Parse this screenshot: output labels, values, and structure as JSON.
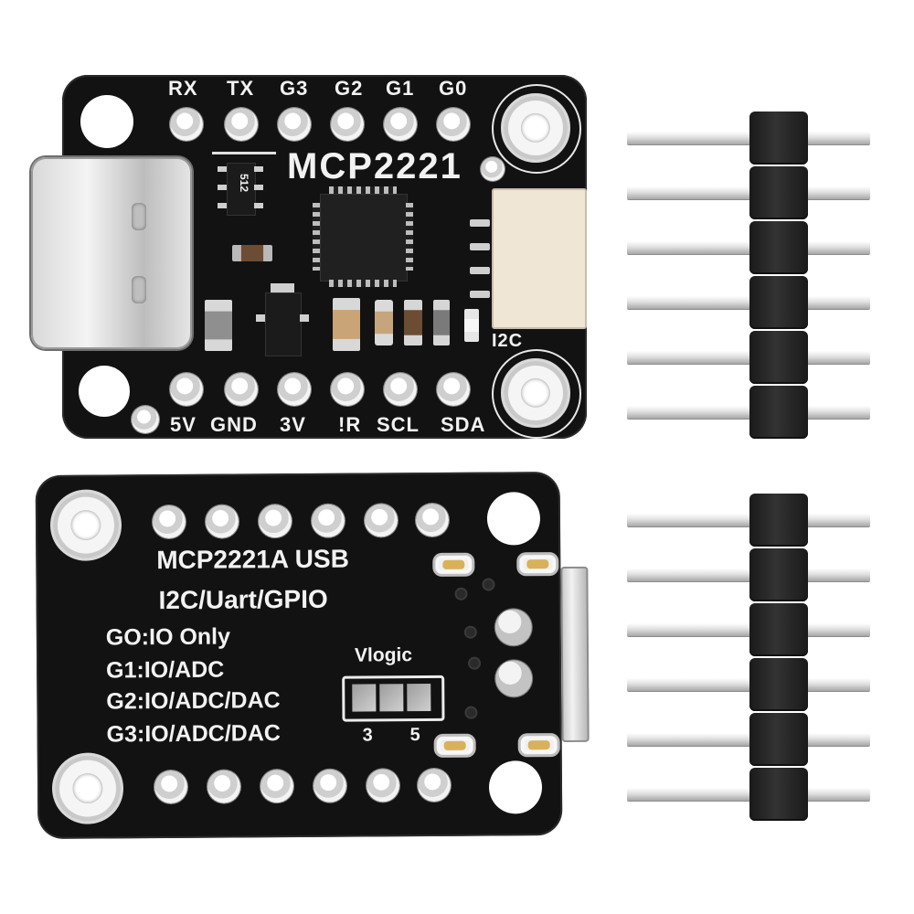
{
  "front": {
    "top_labels": [
      "RX",
      "TX",
      "G3",
      "G2",
      "G1",
      "G0"
    ],
    "bottom_labels": [
      "5V",
      "GND",
      "3V",
      "!R",
      "SCL",
      "SDA"
    ],
    "title": "MCP2221",
    "connector_label": "I2C",
    "chip_marking": "512"
  },
  "back": {
    "title_line1": "MCP2221A USB",
    "title_line2": "I2C/Uart/GPIO",
    "gpio_lines": [
      "GO:IO Only",
      "G1:IO/ADC",
      "G2:IO/ADC/DAC",
      "G3:IO/ADC/DAC"
    ],
    "vlogic_label": "Vlogic",
    "vlogic_options": [
      "3",
      "5"
    ]
  },
  "headers": {
    "count": 2,
    "pins_per_header": 6
  },
  "colors": {
    "pcb": "#121212",
    "silkscreen": "#f2f2f2",
    "header_plastic": "#1a1a1a",
    "pin_metal": "#e0e0e0",
    "connector_body": "#f0e6d6"
  }
}
